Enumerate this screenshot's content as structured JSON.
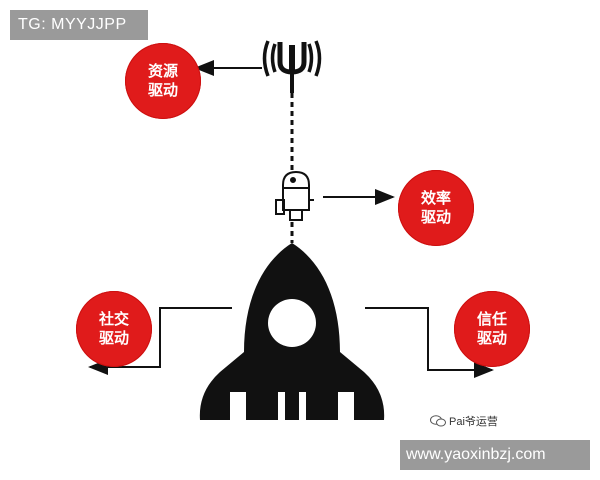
{
  "header_tag": "TG: MYYJJPP",
  "footer_tag": "www.yaoxinbzj.com",
  "watermark": "Pai爷运营",
  "nodes": {
    "resource": {
      "line1": "资源",
      "line2": "驱动"
    },
    "efficiency": {
      "line1": "效率",
      "line2": "驱动"
    },
    "social": {
      "line1": "社交",
      "line2": "驱动"
    },
    "trust": {
      "line1": "信任",
      "line2": "驱动"
    }
  },
  "icons": [
    "signal-antenna-icon",
    "robot-icon",
    "rocket-icon",
    "wechat-icon"
  ],
  "colors": {
    "node_red": "#e01b1b",
    "ink": "#111111",
    "tag_gray": "#9a9a9a"
  }
}
